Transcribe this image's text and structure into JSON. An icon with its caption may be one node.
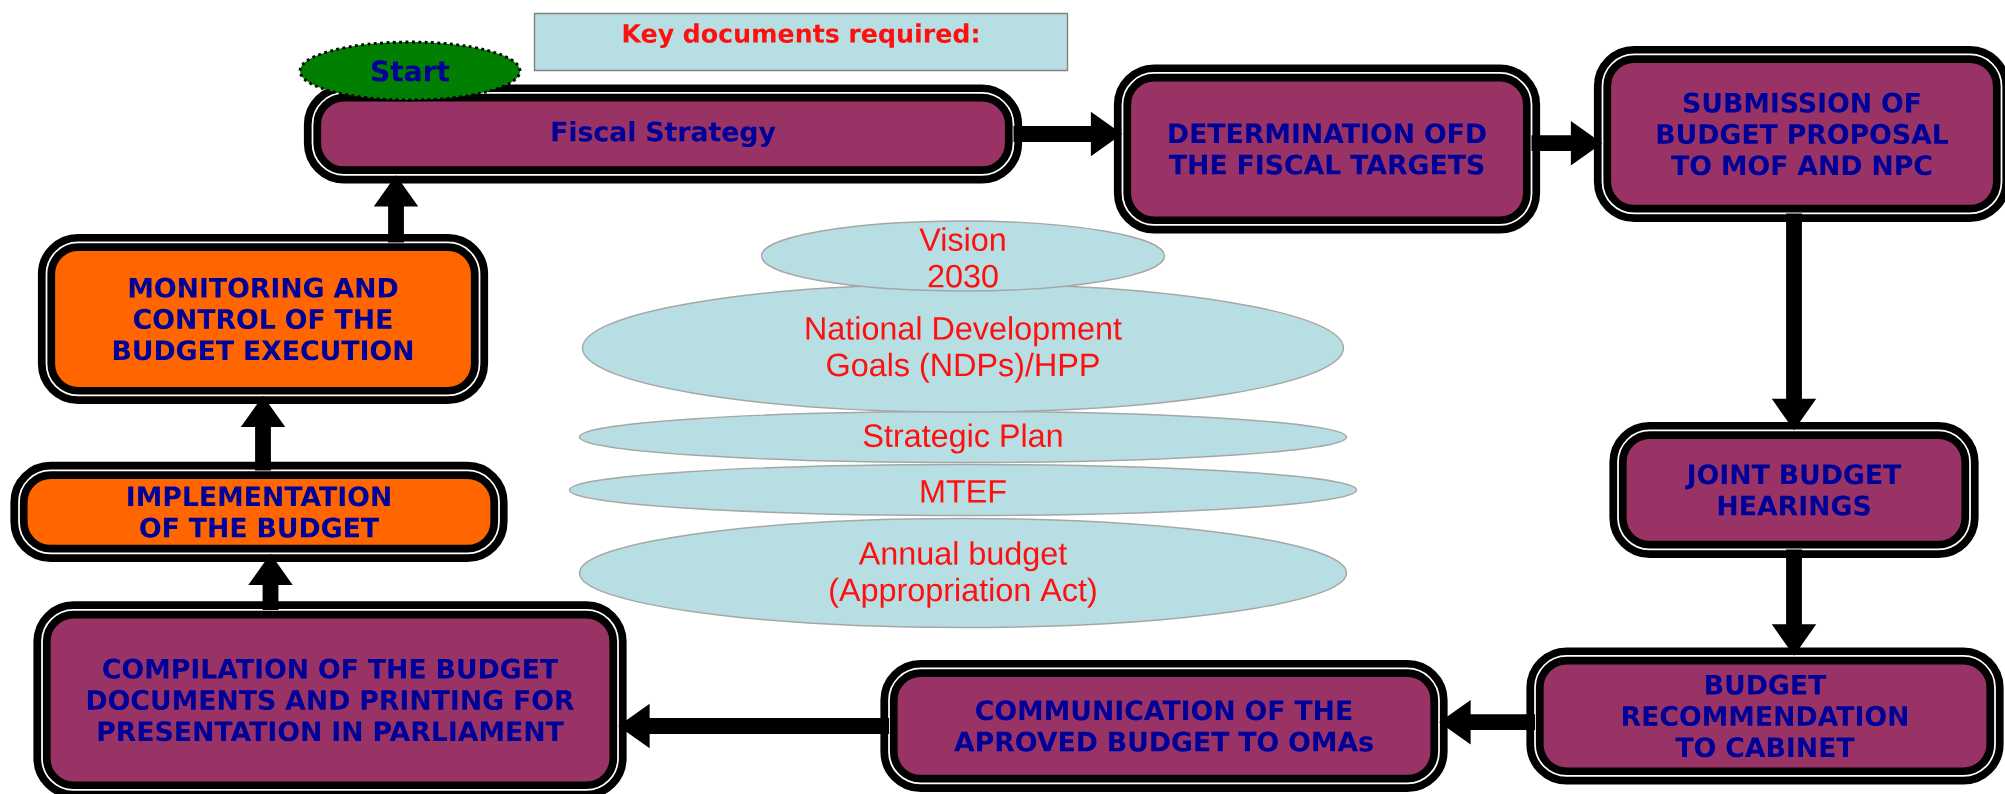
{
  "diagram": {
    "nodes": [
      {
        "text": [
          "Start"
        ]
      },
      {
        "text": [
          "Key documents required:"
        ]
      },
      {
        "text": [
          "Fiscal Strategy"
        ]
      },
      {
        "text": [
          "DETERMINATION OFD THE FISCAL TARGETS"
        ]
      },
      {
        "text": [
          "SUBMISSION OF BUDGET PROPOSAL TO MOF AND NPC"
        ]
      },
      {
        "text": [
          "Vision 2030"
        ]
      },
      {
        "text": [
          "National Development Goals (NDPs)/HPP"
        ]
      },
      {
        "text": [
          "Strategic Plan"
        ]
      },
      {
        "text": [
          "MTEF"
        ]
      },
      {
        "text": [
          "Annual budget (Appropriation Act)"
        ]
      },
      {
        "text": [
          "JOINT BUDGET HEARINGS"
        ]
      },
      {
        "text": [
          "BUDGET RECOMMENDATION TO CABINET"
        ]
      },
      {
        "text": [
          "COMMUNICATION OF THE APROVED BUDGET TO OMAs"
        ]
      },
      {
        "text": [
          "COMPILATION OF THE BUDGET DOCUMENTS AND PRINTING FOR PRESENTATION IN PARLIAMENT"
        ]
      },
      {
        "text": [
          "IMPLEMENTATION OF THE BUDGET"
        ]
      },
      {
        "text": [
          "MONITORING AND CONTROL OF THE BUDGET EXECUTION"
        ]
      }
    ],
    "edges": [
      {
        "from": 2,
        "to": 3,
        "arrow": "to"
      },
      {
        "from": 3,
        "to": 4,
        "arrow": "to"
      },
      {
        "from": 4,
        "to": 10,
        "arrow": "to"
      },
      {
        "from": 10,
        "to": 11,
        "arrow": "to"
      },
      {
        "from": 11,
        "to": 12,
        "arrow": "to"
      },
      {
        "from": 12,
        "to": 13,
        "arrow": "to"
      },
      {
        "from": 13,
        "to": 14,
        "arrow": "to"
      },
      {
        "from": 14,
        "to": 15,
        "arrow": "to"
      },
      {
        "from": 15,
        "to": 2,
        "arrow": "to"
      }
    ]
  }
}
